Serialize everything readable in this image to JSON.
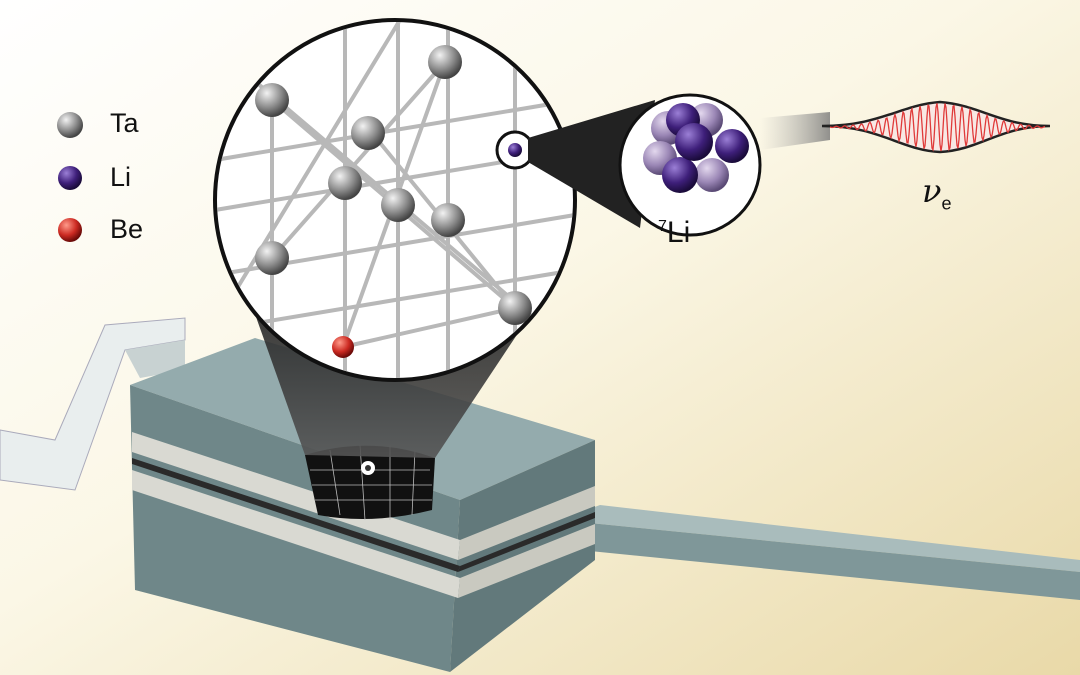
{
  "legend": {
    "items": [
      {
        "label": "Ta",
        "color": "#9a9a9a"
      },
      {
        "label": "Li",
        "color": "#4a2a8a"
      },
      {
        "label": "Be",
        "color": "#cc2a22"
      }
    ]
  },
  "nucleus": {
    "mass_number": "7",
    "symbol": "Li"
  },
  "neutrino": {
    "symbol": "ν",
    "subscript": "e"
  },
  "colors": {
    "wave": "#e03a3a",
    "device": "#7d9598",
    "background": "#efe3bb"
  }
}
